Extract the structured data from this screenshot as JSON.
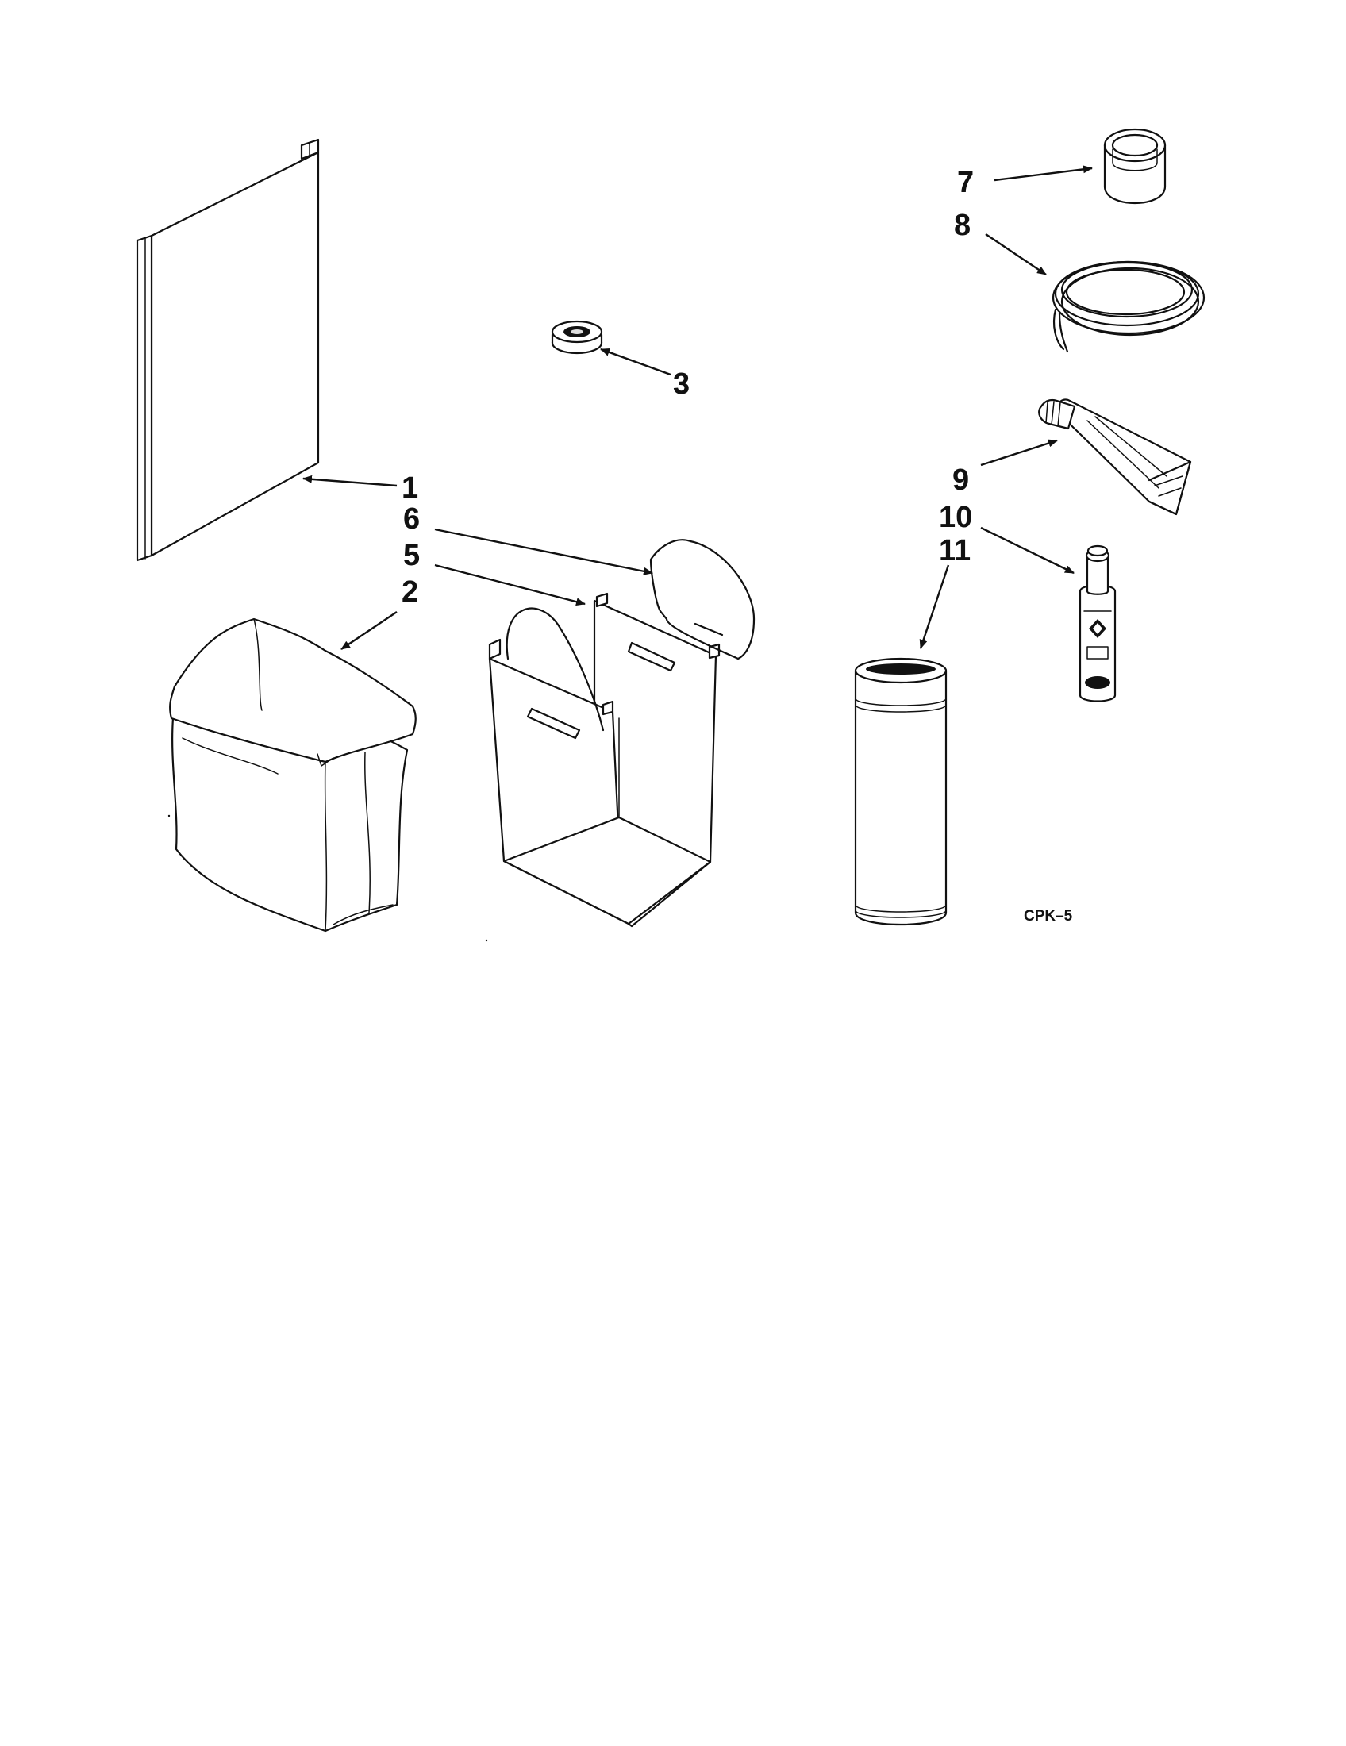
{
  "callouts": {
    "c1": "1",
    "c2": "2",
    "c3": "3",
    "c5": "5",
    "c6": "6",
    "c7": "7",
    "c8": "8",
    "c9": "9",
    "c10": "10",
    "c11": "11"
  },
  "drawing_code": "CPK–5"
}
